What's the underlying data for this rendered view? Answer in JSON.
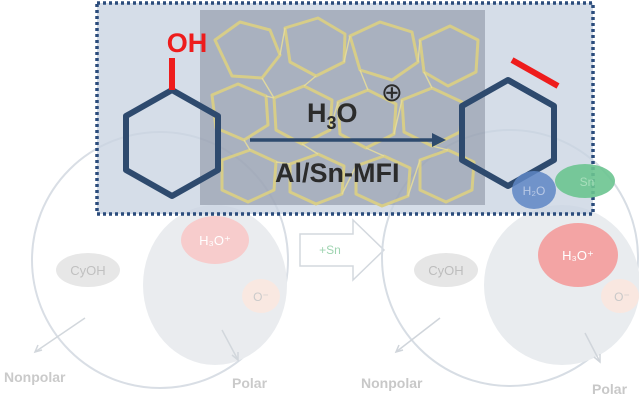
{
  "colors": {
    "panel_fill": "#c9d3e2",
    "panel_border": "#2b4c7c",
    "molecule": "#2e4a6e",
    "oh": "#ee1c1c",
    "double_bond": "#ee1c1c",
    "zeolite": "#d8cc7e",
    "faded_text": "#c8c8c8",
    "h3o_ellipse": "#f3a4a4",
    "sn_ellipse": "#6cc490",
    "h2o_ellipse": "#5e86c4"
  },
  "reaction": {
    "reactant_group": "OH",
    "arrow_top": "H",
    "arrow_top_sub": "3",
    "arrow_top_main": "O",
    "charge": "⊕",
    "catalyst": "Al/Sn-MFI"
  },
  "left_diagram": {
    "h3o": "H₃O⁺",
    "cyoh": "CyOH",
    "o_minus": "O⁻",
    "nonpolar": "Nonpolar",
    "polar": "Polar"
  },
  "middle": {
    "plus_sn": "+Sn"
  },
  "right_diagram": {
    "h3o": "H₃O⁺",
    "cyoh": "CyOH",
    "o_minus": "O⁻",
    "h2o": "H₂O",
    "sn": "Sn",
    "nonpolar": "Nonpolar",
    "polar": "Polar"
  }
}
